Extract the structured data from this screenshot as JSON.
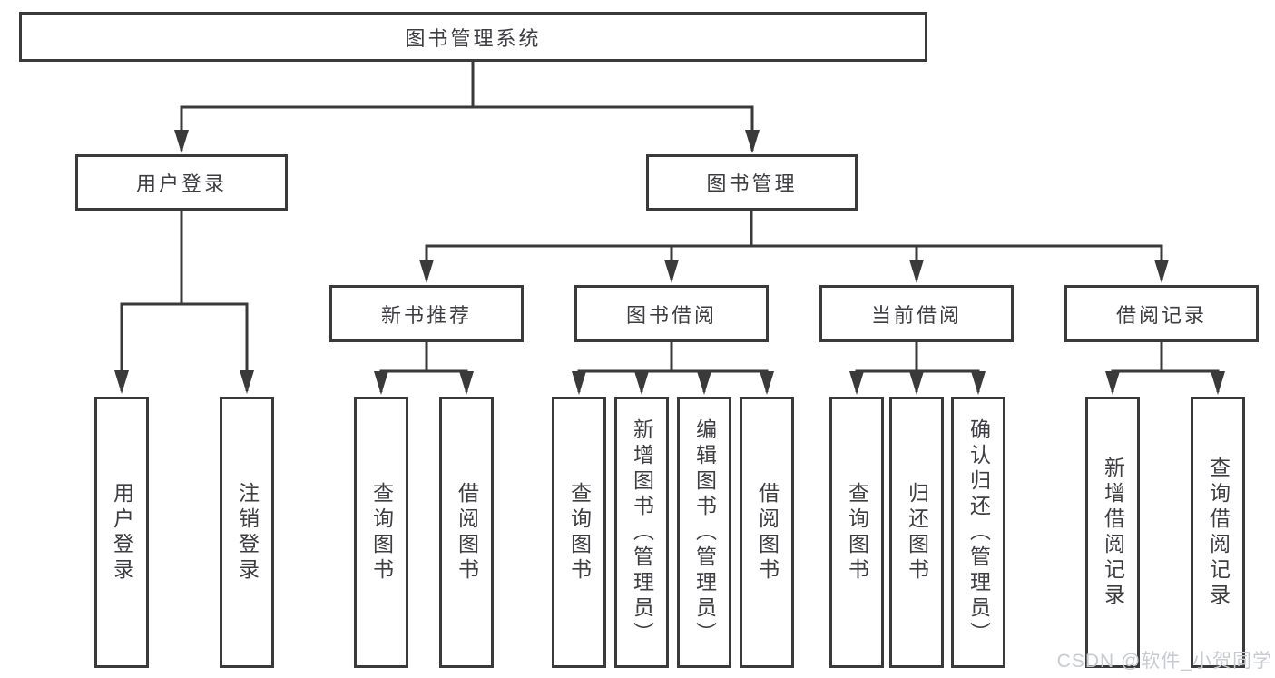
{
  "page": {
    "background": "#ffffff"
  },
  "colors": {
    "line": "#3a3a3a",
    "box_border": "#3a3a3a",
    "text": "#3d3d42",
    "watermark": "#c7cacf"
  },
  "icons": {
    "arrowhead": "filled-triangle-arrow-down"
  },
  "diagram": {
    "root": "图书管理系统",
    "children": [
      {
        "label": "用户登录",
        "children": [
          {
            "label": "用户登录"
          },
          {
            "label": "注销登录"
          }
        ]
      },
      {
        "label": "图书管理",
        "children": [
          {
            "label": "新书推荐",
            "children": [
              {
                "label": "查询图书"
              },
              {
                "label": "借阅图书"
              }
            ]
          },
          {
            "label": "图书借阅",
            "children": [
              {
                "label": "查询图书"
              },
              {
                "label": "新增图书（管理员）"
              },
              {
                "label": "编辑图书（管理员）"
              },
              {
                "label": "借阅图书"
              }
            ]
          },
          {
            "label": "当前借阅",
            "children": [
              {
                "label": "查询图书"
              },
              {
                "label": "归还图书"
              },
              {
                "label": "确认归还（管理员）"
              }
            ]
          },
          {
            "label": "借阅记录",
            "children": [
              {
                "label": "新增借阅记录"
              },
              {
                "label": "查询借阅记录"
              }
            ]
          }
        ]
      }
    ]
  },
  "watermark": "CSDN @软件_小贺同学"
}
